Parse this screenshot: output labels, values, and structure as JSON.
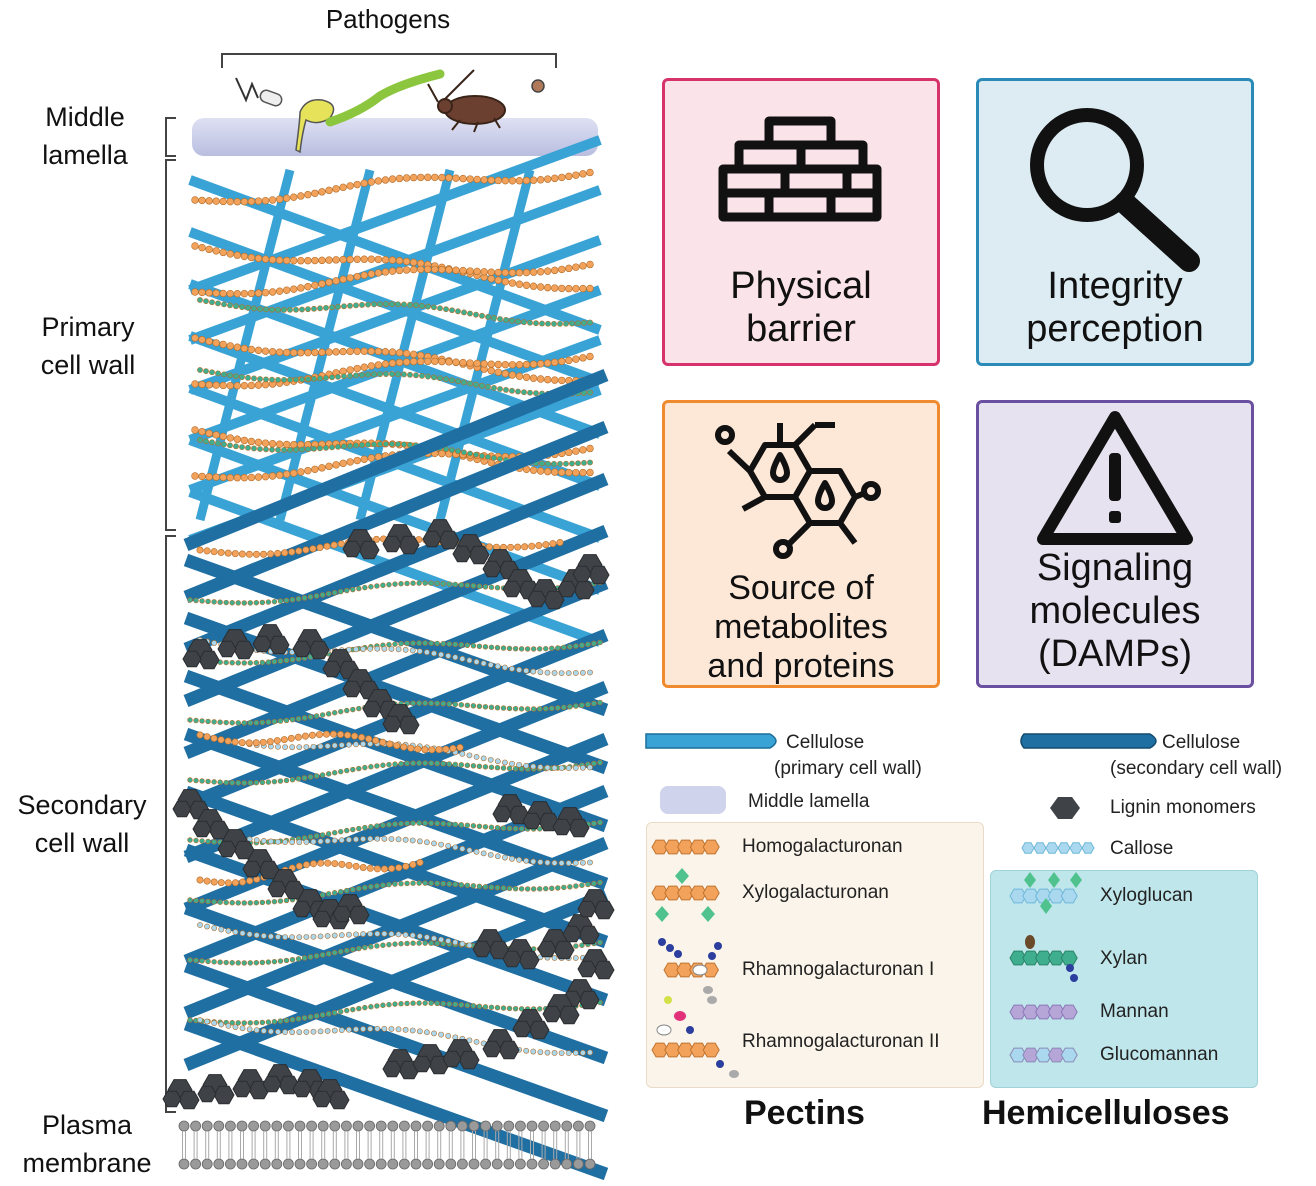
{
  "wall_labels": {
    "pathogens": "Pathogens",
    "middle_lamella": [
      "Middle",
      "lamella"
    ],
    "primary": [
      "Primary",
      "cell wall"
    ],
    "secondary": [
      "Secondary",
      "cell wall"
    ],
    "plasma": [
      "Plasma",
      "membrane"
    ]
  },
  "functions": [
    {
      "lines": [
        "Physical",
        "barrier"
      ],
      "border": "#d6336c",
      "fill": "#fbe3ea",
      "icon": "brick-wall-icon"
    },
    {
      "lines": [
        "Integrity",
        "perception"
      ],
      "border": "#2a8bb8",
      "fill": "#dcecf2",
      "icon": "magnifier-icon"
    },
    {
      "lines": [
        "Source of",
        "metabolites",
        "and proteins"
      ],
      "border": "#f08a2e",
      "fill": "#fde8d8",
      "icon": "molecule-icon"
    },
    {
      "lines": [
        "Signaling",
        "molecules",
        "(DAMPs)"
      ],
      "border": "#6b4fa0",
      "fill": "#e6e2ef",
      "icon": "warning-icon"
    }
  ],
  "legend": {
    "cellulose_primary": [
      "Cellulose",
      "(primary cell wall)"
    ],
    "cellulose_secondary": [
      "Cellulose",
      "(secondary cell wall)"
    ],
    "middle_lamella": "Middle lamella",
    "lignin": "Lignin monomers",
    "callose": "Callose",
    "pectins": [
      "Homogalacturonan",
      "Xylogalacturonan",
      "Rhamnogalacturonan I",
      "Rhamnogalacturonan II"
    ],
    "hemicelluloses": [
      "Xyloglucan",
      "Xylan",
      "Mannan",
      "Glucomannan"
    ],
    "pectins_title": "Pectins",
    "hemicelluloses_title": "Hemicelluloses"
  },
  "colors": {
    "cellulose_primary": "#3aa3d6",
    "cellulose_secondary": "#1f6fa3",
    "pectin": "#f2a25a",
    "lignin": "#3f4347",
    "callose": "#a9d8ef",
    "hemicellulose": "#3fae8f",
    "pectin_panel": "#fbf4ea",
    "hemicellulose_panel": "#bfe6ea"
  }
}
